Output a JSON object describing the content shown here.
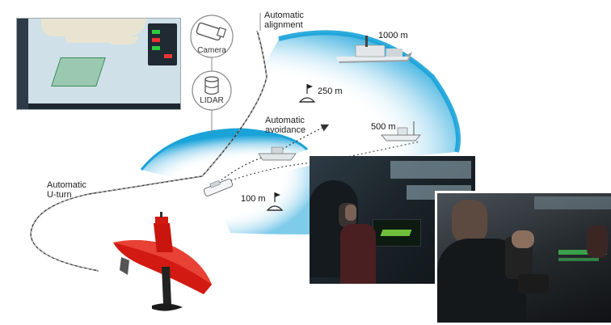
{
  "labels": {
    "automatic_alignment": [
      "Automatic",
      "alignment"
    ],
    "automatic_avoidance": [
      "Automatic",
      "avoidance"
    ],
    "automatic_uturn": [
      "Automatic",
      "U-turn"
    ],
    "camera": "Camera",
    "lidar": "LIDAR"
  },
  "distances": {
    "d1000": "1000 m",
    "d250": "250 m",
    "d500": "500 m",
    "d100": "100 m"
  },
  "colors": {
    "detection_zone": "#1aa3d9",
    "vessel_hull": "#d21a12",
    "route_line": "#444444"
  },
  "icons": [
    "camera-icon",
    "lidar-icon",
    "buoy-icon",
    "ship-icon",
    "drone-icon"
  ]
}
